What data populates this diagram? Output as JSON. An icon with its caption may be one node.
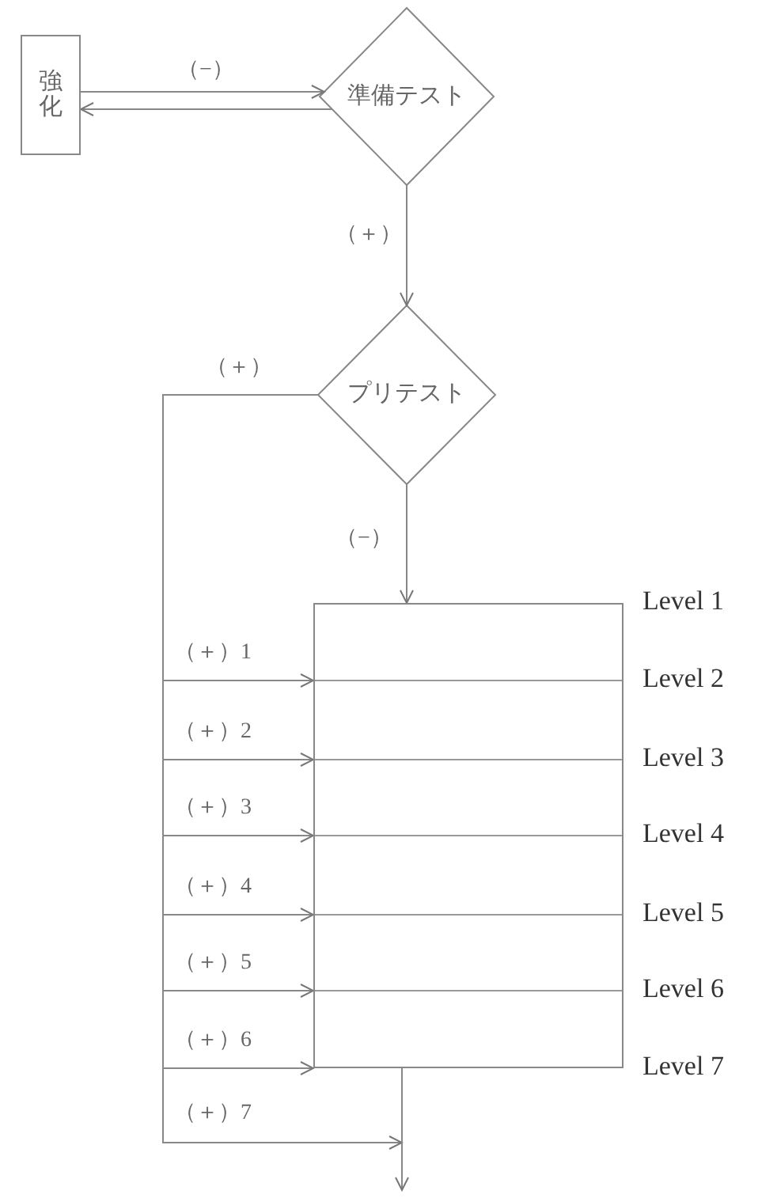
{
  "diagram": {
    "nodes": [
      {
        "text": [
          "強化"
        ]
      },
      {
        "text": [
          "準備テスト"
        ]
      },
      {
        "text": [
          "プリテスト"
        ]
      },
      {
        "text": [],
        "shape": "box",
        "beside": [
          "Level 1",
          "Level 2",
          "Level 3",
          "Level 4",
          "Level 5",
          "Level 6",
          "Level 7"
        ]
      }
    ],
    "edges": [
      {
        "from": 0,
        "to": 1,
        "arrow": "to",
        "label": "（−）"
      },
      {
        "from": 1,
        "to": 0,
        "arrow": "to"
      },
      {
        "from": 1,
        "to": 2,
        "arrow": "to",
        "label": "（＋）"
      },
      {
        "from": 2,
        "to": 3,
        "arrow": "to",
        "label": "（−）"
      },
      {
        "from": 2,
        "to": 3,
        "arrow": "to",
        "label": "（＋）1"
      },
      {
        "from": 2,
        "to": 3,
        "arrow": "to",
        "label": "（＋）2"
      },
      {
        "from": 2,
        "to": 3,
        "arrow": "to",
        "label": "（＋）3"
      },
      {
        "from": 2,
        "to": 3,
        "arrow": "to",
        "label": "（＋）4"
      },
      {
        "from": 2,
        "to": 3,
        "arrow": "to",
        "label": "（＋）5"
      },
      {
        "from": 2,
        "to": 3,
        "arrow": "to",
        "label": "（＋）6"
      },
      {
        "from": 2,
        "to": null,
        "arrow": "to",
        "label": "（＋）7"
      },
      {
        "from": 3,
        "to": null,
        "arrow": "to"
      }
    ],
    "labels": [
      "（＋）"
    ]
  }
}
